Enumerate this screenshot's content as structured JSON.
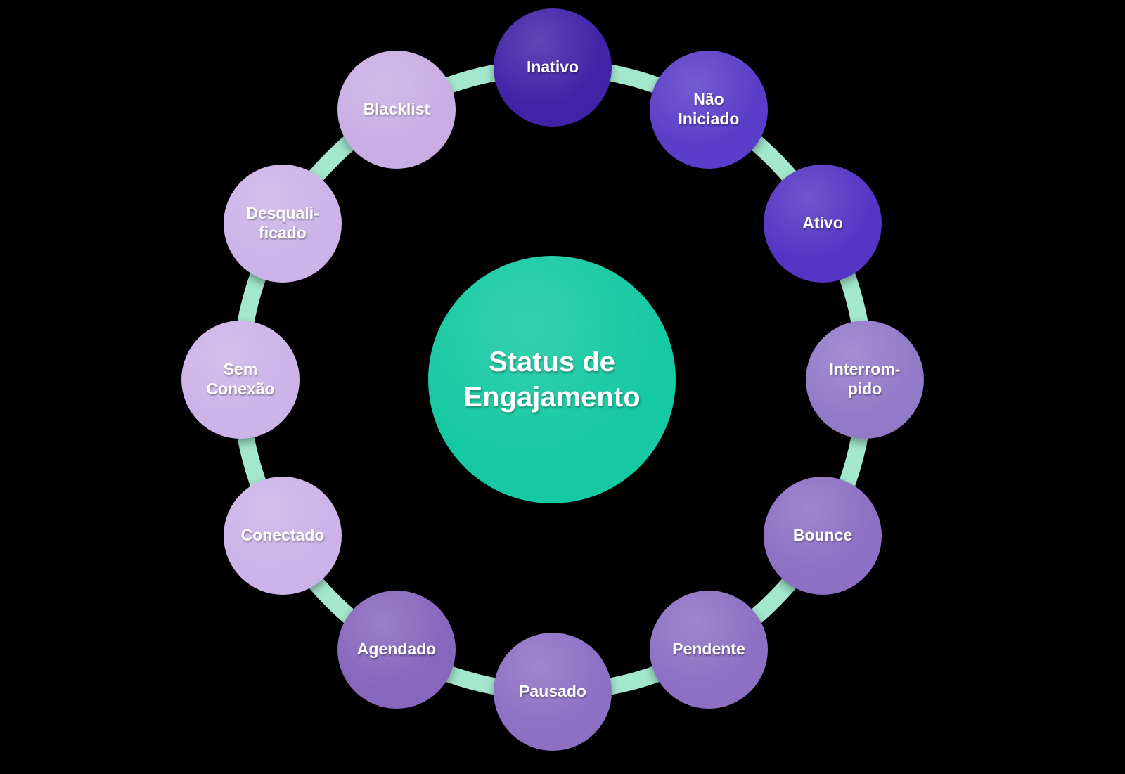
{
  "diagram": {
    "background_color": "#000000",
    "ring_color": "#a3e7cd",
    "center": {
      "title": "Status de\nEngajamento",
      "color": "#15c9a2"
    },
    "nodes": [
      {
        "label": "Inativo",
        "color": "#4123a8"
      },
      {
        "label": "Não\nIniciado",
        "color": "#5a3dc8"
      },
      {
        "label": "Ativo",
        "color": "#5435c4"
      },
      {
        "label": "Interrom-\npido",
        "color": "#927ac9"
      },
      {
        "label": "Bounce",
        "color": "#8d6fc4"
      },
      {
        "label": "Pendente",
        "color": "#8d6fc4"
      },
      {
        "label": "Pausado",
        "color": "#8d6fc4"
      },
      {
        "label": "Agendado",
        "color": "#8766bd"
      },
      {
        "label": "Conectado",
        "color": "#ccb3e8"
      },
      {
        "label": "Sem\nConexão",
        "color": "#ccb3e8"
      },
      {
        "label": "Desquali-\nficado",
        "color": "#ccb3e8"
      },
      {
        "label": "Blacklist",
        "color": "#c9aee4"
      }
    ]
  }
}
